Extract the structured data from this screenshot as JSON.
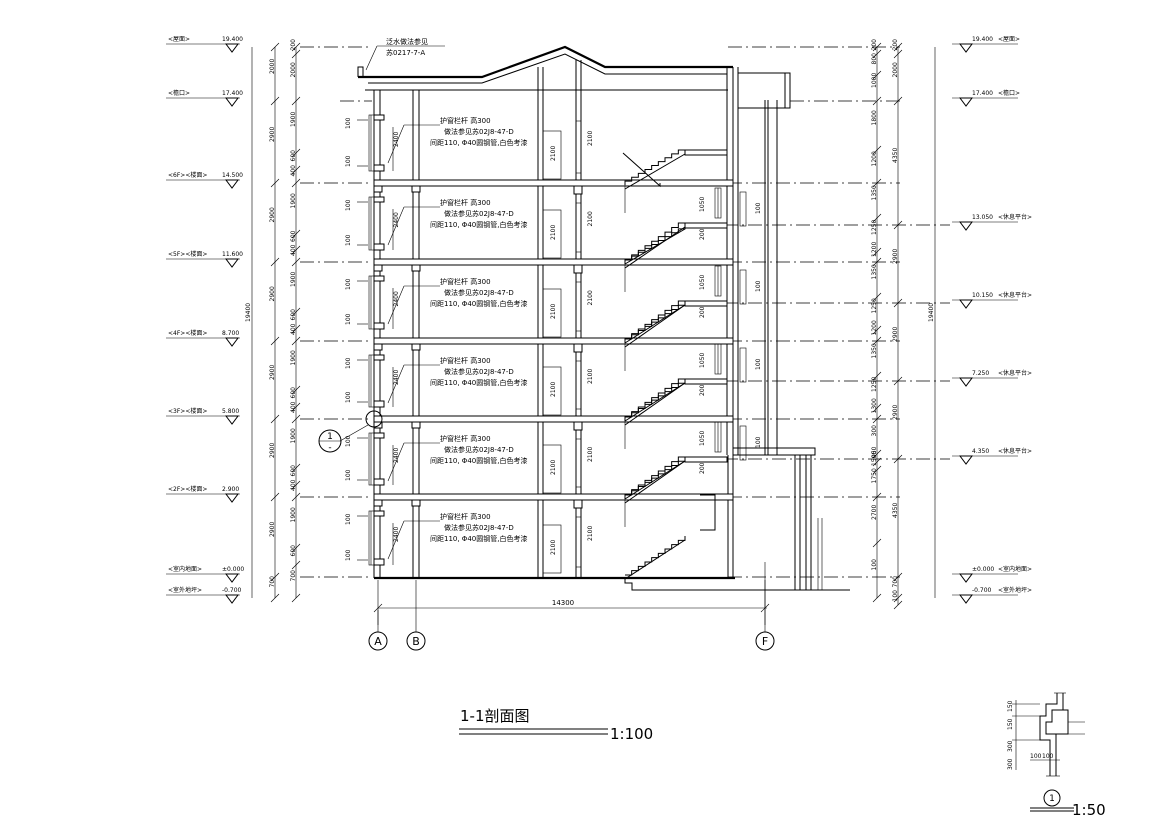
{
  "levels_left": [
    {
      "name": "<屋面>",
      "elev": "19.400"
    },
    {
      "name": "<檐口>",
      "elev": "17.400"
    },
    {
      "name": "<6F><楼面>",
      "elev": "14.500"
    },
    {
      "name": "<5F><楼面>",
      "elev": "11.600"
    },
    {
      "name": "<4F><楼面>",
      "elev": "8.700"
    },
    {
      "name": "<3F><楼面>",
      "elev": "5.800"
    },
    {
      "name": "<2F><楼面>",
      "elev": "2.900"
    },
    {
      "name": "<室内地面>",
      "elev": "±0.000"
    },
    {
      "name": "<室外地坪>",
      "elev": "-0.700"
    }
  ],
  "levels_right": [
    {
      "name": "<屋面>",
      "elev": "19.400"
    },
    {
      "name": "<檐口>",
      "elev": "17.400"
    },
    {
      "name": "<休息平台>",
      "elev": "13.050"
    },
    {
      "name": "<休息平台>",
      "elev": "10.150"
    },
    {
      "name": "<休息平台>",
      "elev": "7.250"
    },
    {
      "name": "<休息平台>",
      "elev": "4.350"
    },
    {
      "name": "<室内地面>",
      "elev": "±0.000"
    },
    {
      "name": "<室外地坪>",
      "elev": "-0.700"
    }
  ],
  "left_dims": {
    "story": [
      "2000",
      "2900",
      "2900",
      "2900",
      "2900",
      "2900",
      "2900",
      "700"
    ],
    "parts": [
      "200",
      "2000",
      "1900",
      "600",
      "400",
      "1900",
      "600",
      "400",
      "1900",
      "600",
      "400",
      "1900",
      "600",
      "400",
      "1900",
      "600",
      "400",
      "1900",
      "600",
      "700"
    ],
    "total": "19400"
  },
  "right_dims": {
    "story": [
      "200",
      "2000",
      "4350",
      "2900",
      "2900",
      "2900",
      "4350",
      "700",
      "100"
    ],
    "parts": [
      "200",
      "800",
      "1000",
      "1800",
      "1200",
      "1350",
      "1250",
      "1200",
      "1350",
      "1250",
      "1200",
      "1350",
      "1250",
      "1300",
      "300",
      "950",
      "1500",
      "1750",
      "2700",
      "100"
    ],
    "total": "19400"
  },
  "windows": {
    "note_line1": "护窗栏杆 高300",
    "note_line2": "做法参见苏02J8-47-D",
    "note_line3": "间距110, Φ40圆钢管,白色考漆",
    "head": "100",
    "sill": "100",
    "opening": "2400",
    "door_height": "2100",
    "stair_window": "1050",
    "stair_sill": "200"
  },
  "roof_note": {
    "line1": "泛水做法参见",
    "line2": "苏0217-7-A"
  },
  "overall_width": "14300",
  "axes": [
    "A",
    "B",
    "F"
  ],
  "detail_callout": {
    "number": "1",
    "sheet": "-"
  },
  "title": {
    "text": "1-1剖面图",
    "scale": "1:100"
  },
  "detail": {
    "number": "1",
    "scale": "1:50",
    "dims": [
      "150",
      "150",
      "300",
      "300",
      "100",
      "100"
    ]
  }
}
